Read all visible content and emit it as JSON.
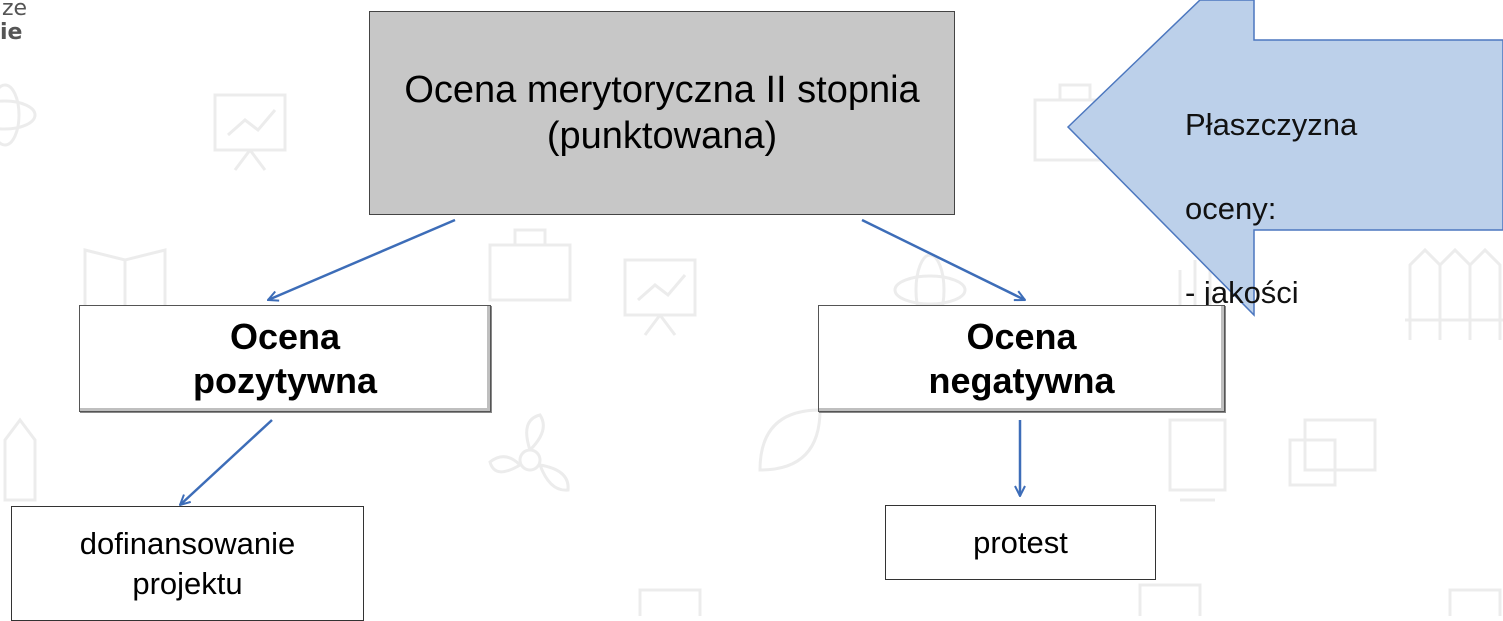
{
  "logo": {
    "line1": "ze",
    "line2": "ie"
  },
  "diagram": {
    "root": "Ocena merytoryczna II stopnia  (punktowana)",
    "positive": {
      "line1": "Ocena",
      "line2": "pozytywna"
    },
    "negative": {
      "line1": "Ocena",
      "line2": "negatywna"
    },
    "funding": {
      "line1": "dofinansowanie",
      "line2": "projektu"
    },
    "protest": "protest",
    "callout": {
      "line1": "Płaszczyzna",
      "line2": "oceny:",
      "line3": "- jakości"
    }
  },
  "colors": {
    "arrow": "#3d6db8",
    "callout_fill": "#bcd0ea",
    "callout_border": "#4c77bf",
    "root_fill": "#c7c7c7",
    "background_icons": "#ececec"
  }
}
